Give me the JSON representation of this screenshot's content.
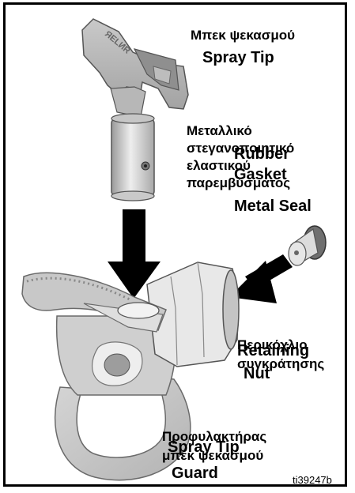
{
  "labels": {
    "spray_tip_gr": "Μπεκ ψεκασμού",
    "spray_tip_en": "Spray Tip",
    "metal_seal_gr": [
      "Μεταλλικό",
      "στεγανοποιητικό",
      "ελαστικού",
      "παρεμβύσματος"
    ],
    "rubber_gasket_en": [
      "Rubber",
      "Gasket"
    ],
    "metal_seal_en": "Metal Seal",
    "retaining_nut_gr": [
      "Περικόχλιο",
      "συγκράτησης"
    ],
    "retaining_nut_en": [
      "Retaining",
      "Nut"
    ],
    "guard_gr": [
      "Προφυλακτήρας",
      "μπεκ ψεκασμού"
    ],
    "guard_en": [
      "Spray Tip",
      "Guard"
    ],
    "figure_id": "ti39247b"
  },
  "part_text": {
    "tip_engraving": "ЯELИR"
  },
  "colors": {
    "part_fill": "#d9d9d9",
    "part_shadow": "#9a9a9a",
    "outline": "#555555",
    "arrow": "#000000"
  }
}
